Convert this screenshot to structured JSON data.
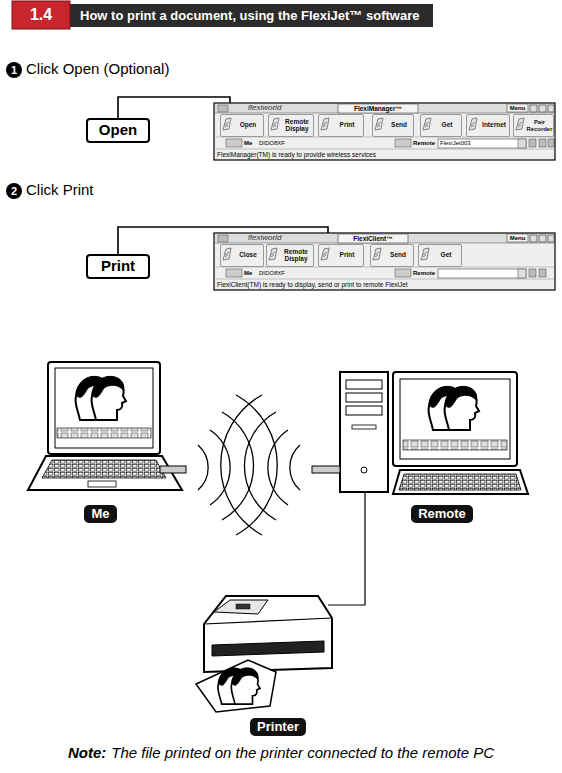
{
  "diagram": {
    "title": "How to print a document, using the FlexiJet™ software",
    "nodes": [
      {
        "text": [
          "Open"
        ]
      },
      {
        "text": [
          "flexiworld",
          "FlexiManager™",
          "Menu",
          "Me",
          "DIDO8XF",
          "Remote",
          "FlexiJet003",
          "FlexiManager(TM) is ready to provide wireless services"
        ]
      },
      {
        "text": [
          "Open"
        ],
        "in": 1
      },
      {
        "text": [
          "Remote Display"
        ],
        "in": 1
      },
      {
        "text": [
          "Print"
        ],
        "in": 1
      },
      {
        "text": [
          "Send"
        ],
        "in": 1
      },
      {
        "text": [
          "Get"
        ],
        "in": 1
      },
      {
        "text": [
          "Internet"
        ],
        "in": 1
      },
      {
        "text": [
          "Pair Recorder"
        ],
        "in": 1
      },
      {
        "text": [
          "Print"
        ]
      },
      {
        "text": [
          "flexiworld",
          "FlexiClient™",
          "Menu",
          "Me",
          "DIDO8XF",
          "Remote",
          "FlexiClient(TM) is ready to display, send or print to remote FlexiJet"
        ]
      },
      {
        "text": [
          "Close"
        ],
        "in": 10
      },
      {
        "text": [
          "Remote Display"
        ],
        "in": 10
      },
      {
        "text": [
          "Print"
        ],
        "in": 10
      },
      {
        "text": [
          "Send"
        ],
        "in": 10
      },
      {
        "text": [
          "Get"
        ],
        "in": 10
      },
      {
        "text": [
          "Me"
        ]
      },
      {
        "text": [
          "Remote"
        ]
      },
      {
        "text": [
          "Printer"
        ]
      }
    ],
    "edges": [
      {
        "from": 0,
        "to": 2,
        "arrow": "to"
      },
      {
        "from": 9,
        "to": 13,
        "arrow": "to"
      }
    ],
    "labels": [
      "1.4",
      "1",
      "Click Open (Optional)",
      "2",
      "Click Print",
      "Note:",
      "The file printed on the printer connected to the remote PC"
    ]
  }
}
